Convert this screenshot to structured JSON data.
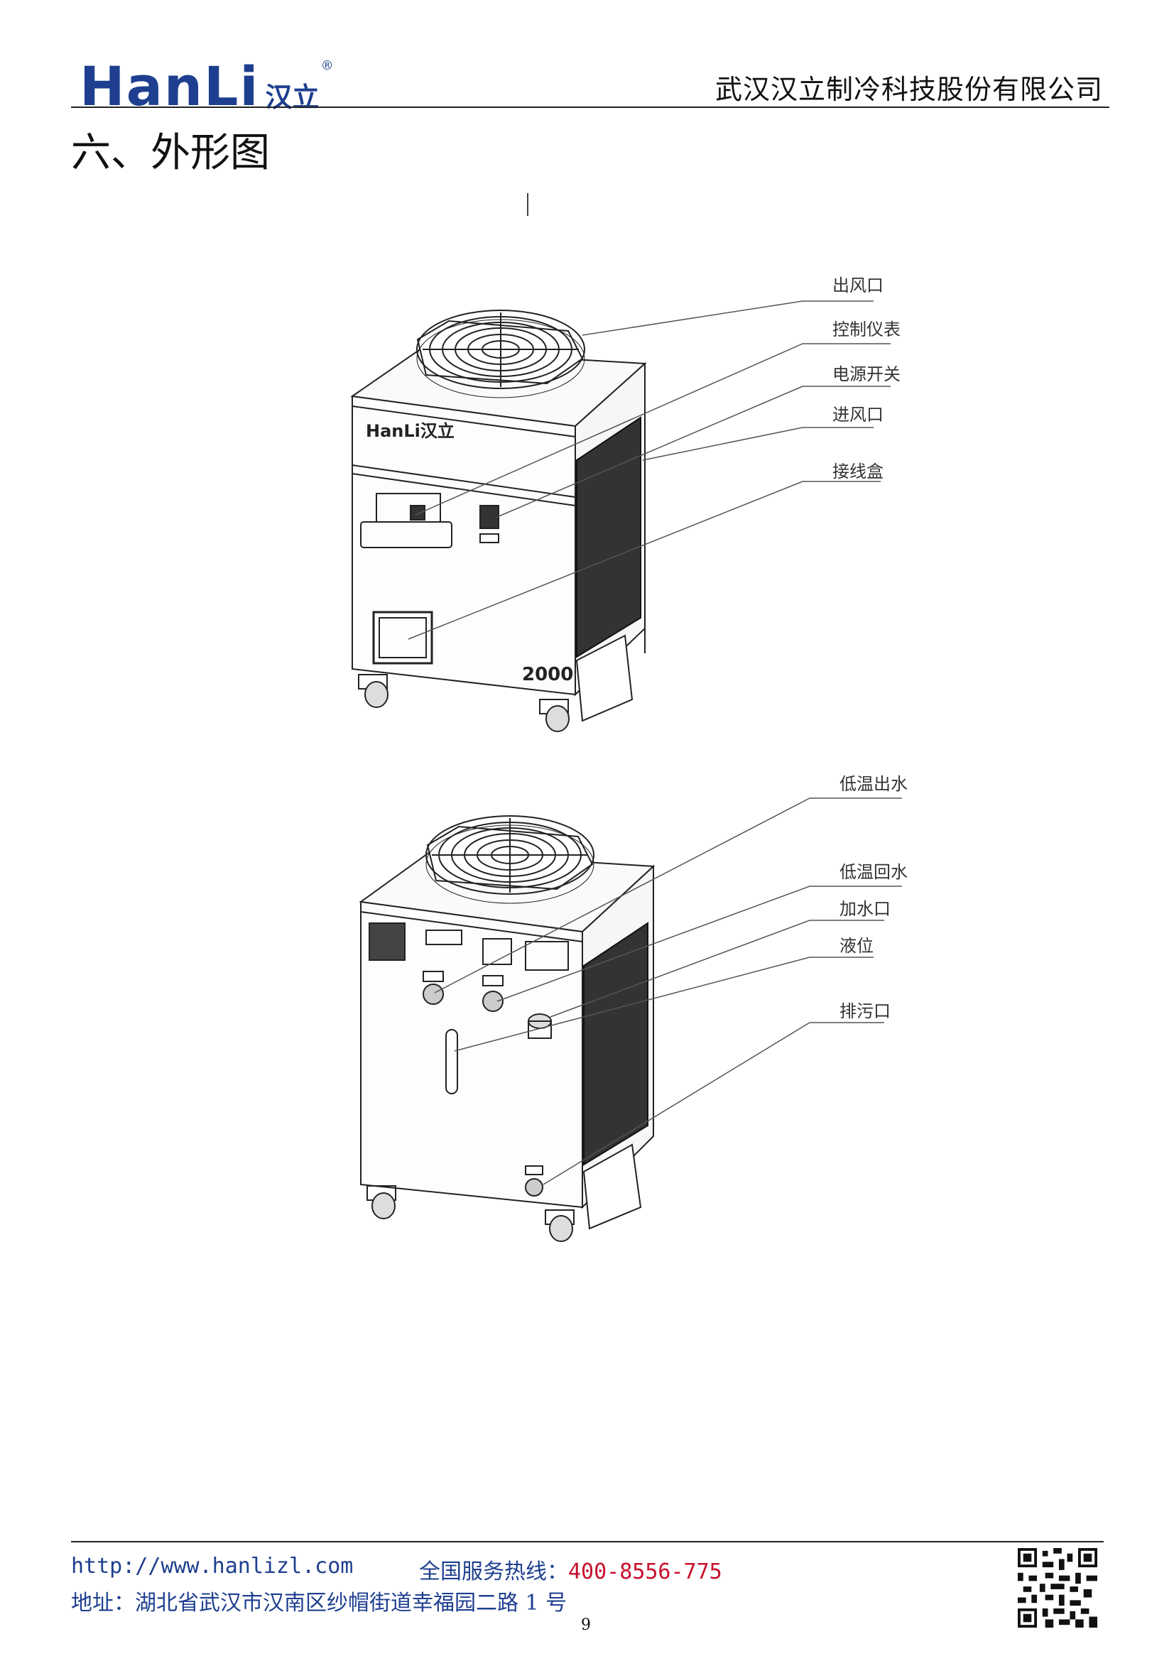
{
  "header": {
    "logo_text": "HanLi",
    "logo_cn": "汉立",
    "logo_mark": "®",
    "company": "武汉汉立制冷科技股份有限公司"
  },
  "section_title": "六、外形图",
  "figure_top": {
    "model_label": "2000",
    "front_logo": "HanLi汉立",
    "callouts": [
      "出风口",
      "控制仪表",
      "电源开关",
      "进风口",
      "接线盒"
    ]
  },
  "figure_bottom": {
    "callouts": [
      "低温出水",
      "低温回水",
      "加水口",
      "液位",
      "排污口"
    ]
  },
  "footer": {
    "url": "http://www.hanlizl.com",
    "hotline_label": "全国服务热线：",
    "hotline_number": "400-8556-775",
    "address": "地址：湖北省武汉市汉南区纱帽街道幸福园二路 1 号",
    "page_number": "9"
  },
  "colors": {
    "brand": "#1e3f8f",
    "accent": "#c8102e",
    "logo_dot": "#d81e2c"
  }
}
